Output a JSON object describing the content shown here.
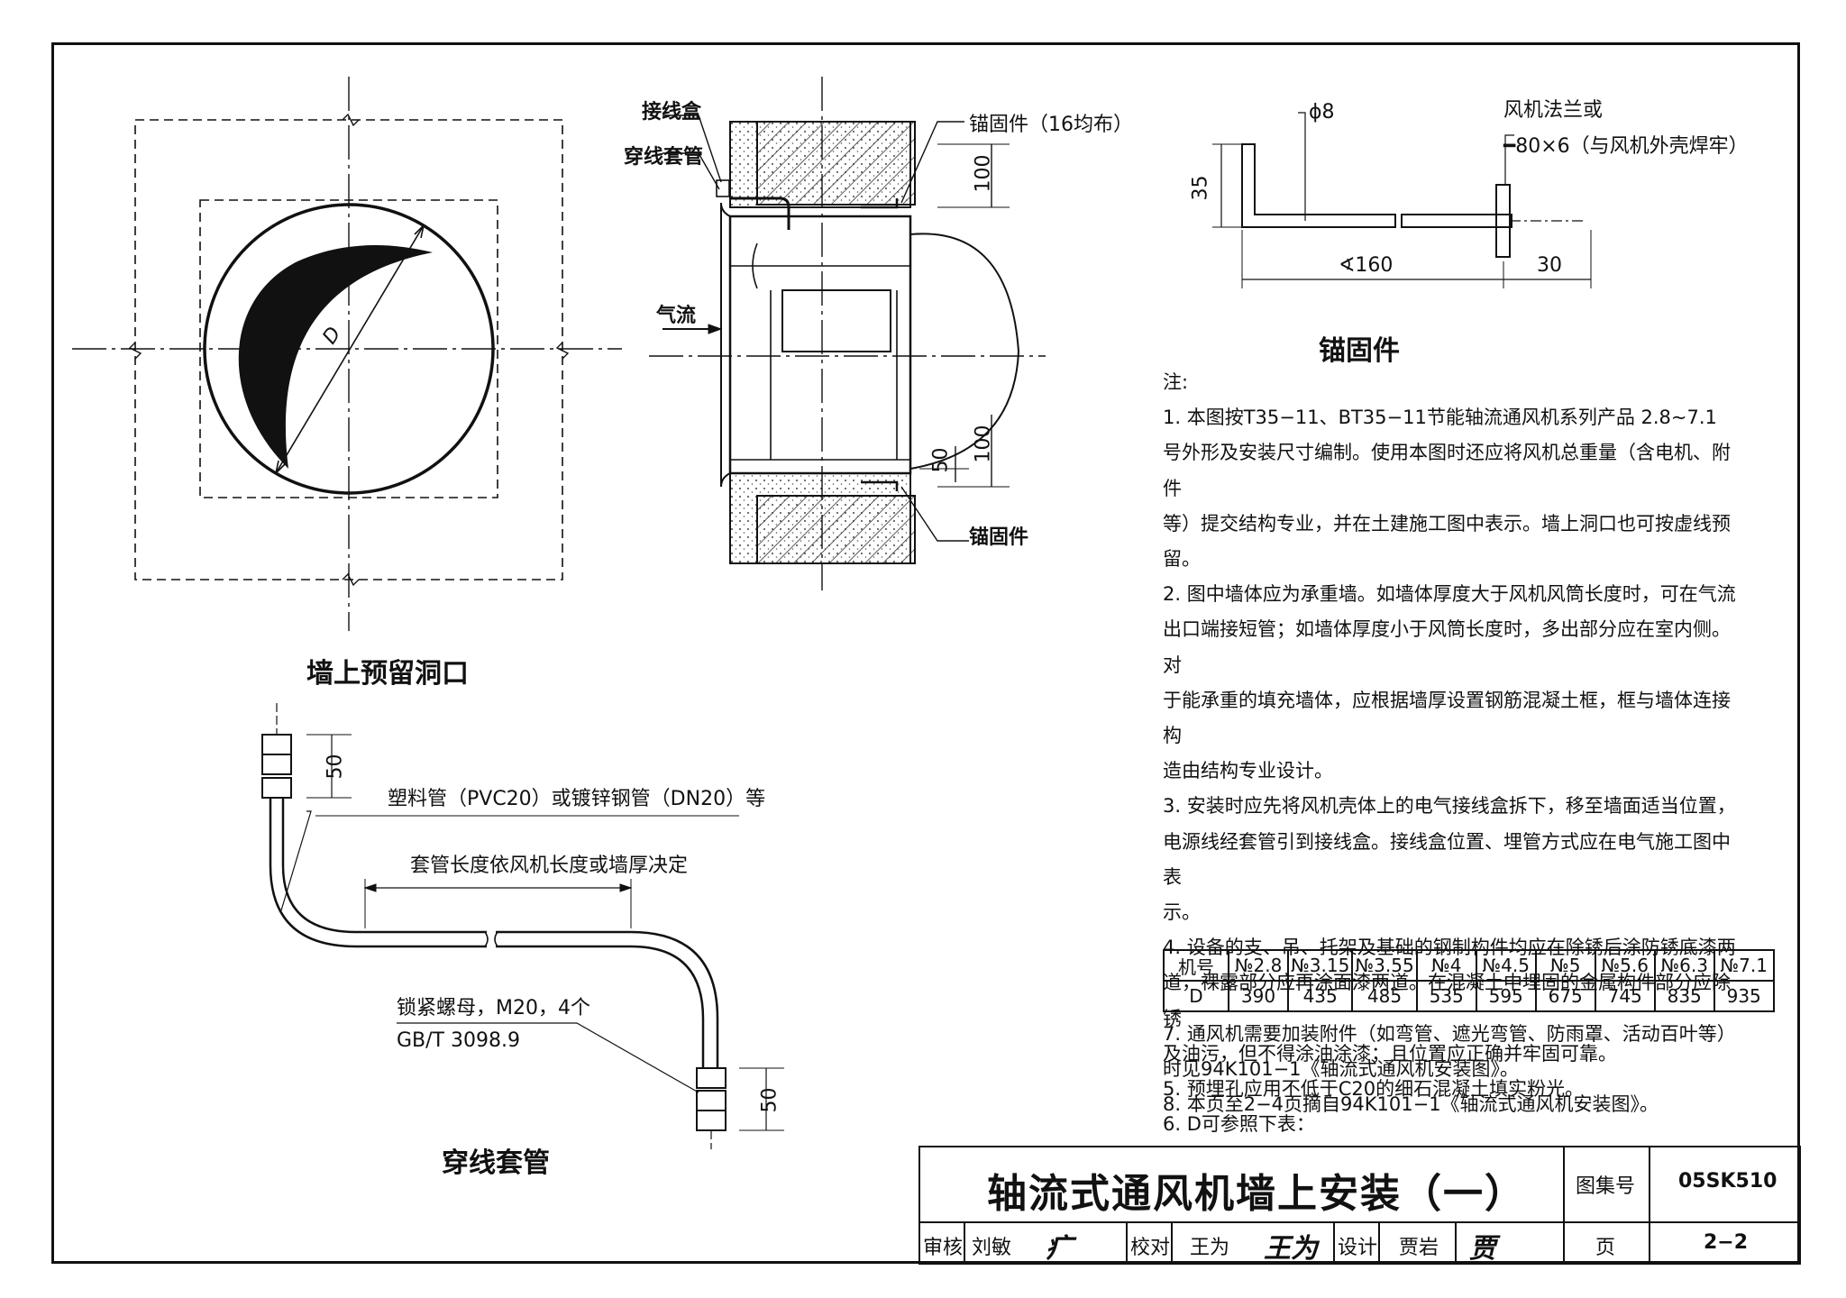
{
  "views": {
    "opening_title": "墙上预留洞口",
    "opening_dim": "D",
    "section_labels": {
      "junction_box": "接线盒",
      "wire_sleeve": "穿线套管",
      "anchor_top": "锚固件（16均布）",
      "airflow": "气流",
      "anchor_bottom": "锚固件",
      "dim_100_top": "100",
      "dim_100_bottom": "100",
      "dim_50": "50"
    },
    "anchor_detail": {
      "title": "锚固件",
      "phi": "ϕ8",
      "dim_35": "35",
      "dim_160": "∢160",
      "dim_30": "30",
      "flange_label_1": "风机法兰或",
      "flange_label_2": "━80×6（与风机外壳焊牢）"
    },
    "sleeve_detail": {
      "title": "穿线套管",
      "pipe_label": "塑料管（PVC20）或镀锌钢管（DN20）等",
      "length_label": "套管长度依风机长度或墙厚决定",
      "nut_label": "锁紧螺母，M20，4个",
      "nut_std": "GB/T 3098.9",
      "dim_50_top": "50",
      "dim_50_bottom": "50"
    }
  },
  "notes": {
    "heading": "注:",
    "items": [
      "1. 本图按T35−11、BT35−11节能轴流通风机系列产品 2.8~7.1",
      "号外形及安装尺寸编制。使用本图时还应将风机总重量（含电机、附件",
      "等）提交结构专业，并在土建施工图中表示。墙上洞口也可按虚线预留。",
      "2. 图中墙体应为承重墙。如墙体厚度大于风机风筒长度时，可在气流",
      "出口端接短管；如墙体厚度小于风筒长度时，多出部分应在室内侧。对",
      "于能承重的填充墙体，应根据墙厚设置钢筋混凝土框，框与墙体连接构",
      "造由结构专业设计。",
      "3. 安装时应先将风机壳体上的电气接线盒拆下，移至墙面适当位置，",
      "电源线经套管引到接线盒。接线盒位置、埋管方式应在电气施工图中表",
      "示。",
      "4. 设备的支、吊、托架及基础的钢制构件均应在除锈后涂防锈底漆两",
      "道，裸露部分应再涂面漆两道。在混凝土中埋固的金属构件部分应除锈",
      "及油污，但不得涂油涂漆；且位置应正确并牢固可靠。",
      "5. 预埋孔应用不低于C20的细石混凝土填实粉光。",
      "6. D可参照下表："
    ],
    "after_table": [
      "7. 通风机需要加装附件（如弯管、遮光弯管、防雨罩、活动百叶等）",
      "时见94K101−1《轴流式通风机安装图》。",
      "8. 本页至2−4页摘自94K101−1《轴流式通风机安装图》。"
    ]
  },
  "d_table": {
    "row_label_1": "机号",
    "row_label_2": "D",
    "models": [
      "№2.8",
      "№3.15",
      "№3.55",
      "№4",
      "№4.5",
      "№5",
      "№5.6",
      "№6.3",
      "№7.1"
    ],
    "values": [
      "390",
      "435",
      "485",
      "535",
      "595",
      "675",
      "745",
      "835",
      "935"
    ]
  },
  "title_block": {
    "drawing_title": "轴流式通风机墙上安装（一）",
    "atlas_label": "图集号",
    "atlas_no": "05SK510",
    "review_label": "审核",
    "review_name": "刘敏",
    "check_label": "校对",
    "check_name": "王为",
    "design_label": "设计",
    "design_name": "贾岩",
    "page_label": "页",
    "page_no": "2−2"
  }
}
